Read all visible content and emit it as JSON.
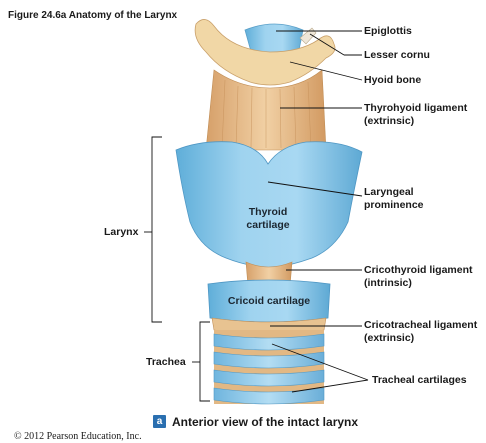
{
  "figure": {
    "title": "Figure 24.6a Anatomy of the Larynx",
    "caption_badge": "a",
    "caption": "Anterior view of the intact larynx",
    "copyright": "© 2012 Pearson Education, Inc."
  },
  "labels": {
    "epiglottis": "Epiglottis",
    "lesser_cornu": "Lesser cornu",
    "hyoid_bone": "Hyoid bone",
    "thyrohyoid_ligament": "Thyrohyoid ligament",
    "thyrohyoid_ligament_note": "(extrinsic)",
    "laryngeal_prominence_1": "Laryngeal",
    "laryngeal_prominence_2": "prominence",
    "cricothyroid_ligament": "Cricothyroid ligament",
    "cricothyroid_ligament_note": "(intrinsic)",
    "cricotracheal_ligament": "Cricotracheal ligament",
    "cricotracheal_ligament_note": "(extrinsic)",
    "tracheal_cartilages": "Tracheal cartilages",
    "larynx": "Larynx",
    "trachea": "Trachea",
    "thyroid_cartilage_1": "Thyroid",
    "thyroid_cartilage_2": "cartilage",
    "cricoid_cartilage": "Cricoid cartilage"
  },
  "colors": {
    "cartilage_blue": "#8ec9ea",
    "ligament_tan": "#e9c08f",
    "bone_cream": "#f2dcae"
  }
}
